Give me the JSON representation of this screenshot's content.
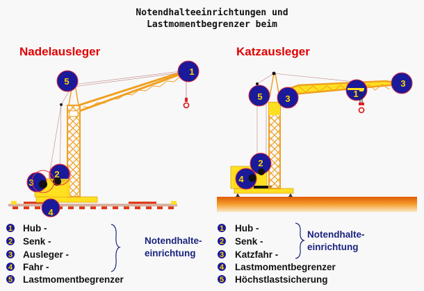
{
  "title": {
    "line1": "Notendhalteeinrichtungen und",
    "line2": "Lastmomentbegrenzer beim"
  },
  "left": {
    "heading": "Nadelausleger",
    "markers": [
      "1",
      "2",
      "3",
      "4",
      "5"
    ],
    "legend": [
      {
        "num": "1",
        "label": "Hub -"
      },
      {
        "num": "2",
        "label": "Senk -"
      },
      {
        "num": "3",
        "label": "Ausleger -"
      },
      {
        "num": "4",
        "label": "Fahr -"
      },
      {
        "num": "5",
        "label": "Lastmomentbegrenzer"
      }
    ],
    "group_label": {
      "line1": "Notendhalte-",
      "line2": "einrichtung"
    }
  },
  "right": {
    "heading": "Katzausleger",
    "markers": [
      "1",
      "2",
      "3",
      "4",
      "5"
    ],
    "legend": [
      {
        "num": "1",
        "label": "Hub -"
      },
      {
        "num": "2",
        "label": "Senk -"
      },
      {
        "num": "3",
        "label": "Katzfahr -"
      },
      {
        "num": "4",
        "label": "Lastmomentbegrenzer"
      },
      {
        "num": "5",
        "label": "Höchstlastsicherung"
      }
    ],
    "group_label": {
      "line1": "Notendhalte-",
      "line2": "einrichtung"
    }
  },
  "colors": {
    "crane": "#ffe020",
    "truss": "#f0a020",
    "marker": "#1a1a9a",
    "heading": "#e00000",
    "note": "#1a237e"
  }
}
